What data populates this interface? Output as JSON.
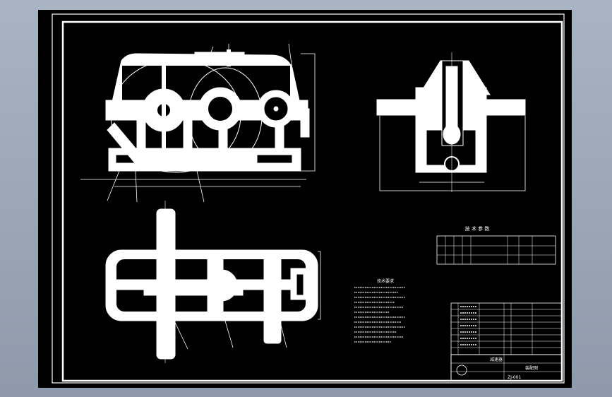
{
  "colors": {
    "workspace": "#000000",
    "lines": "#ffffff",
    "frame_bg": "#98a4b5"
  },
  "tech_table_header": "技 术 参 数",
  "notes_title": "技术要求",
  "title_block": {
    "drawing_name": "减速器",
    "label_1": "装配图",
    "drawing_no": "ZJ-001"
  }
}
